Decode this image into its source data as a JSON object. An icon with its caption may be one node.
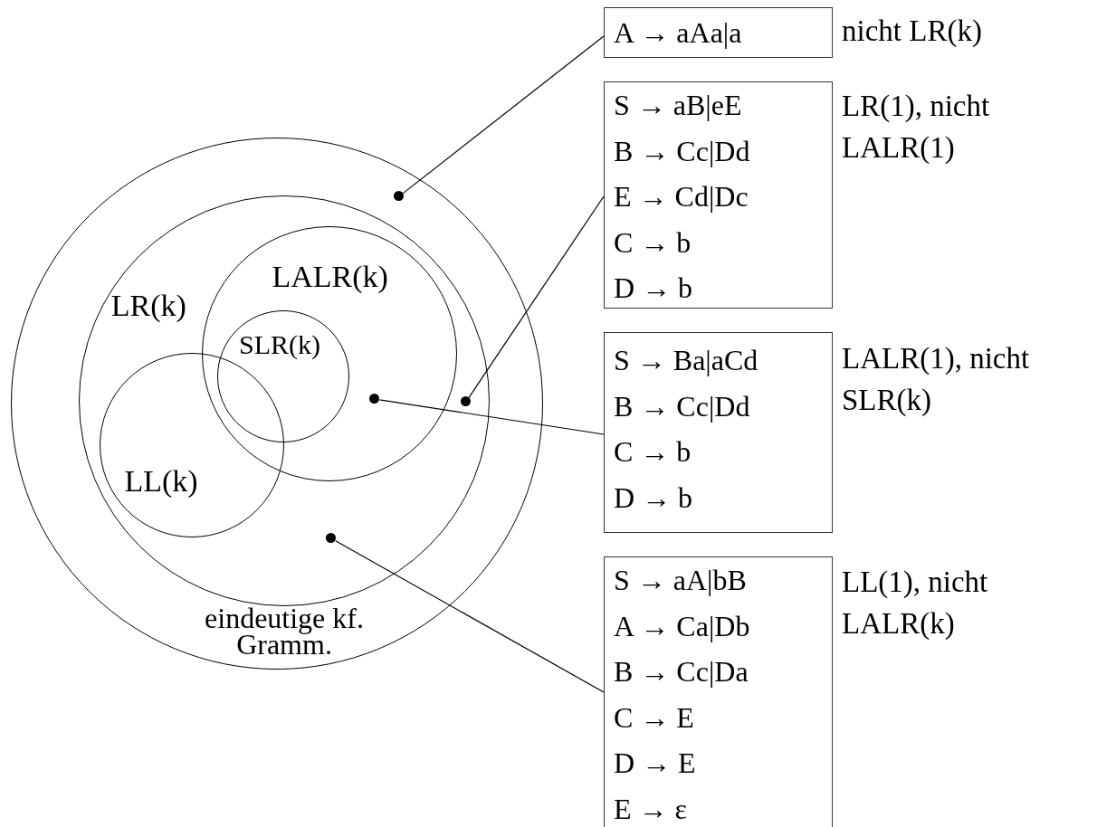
{
  "diagram": {
    "nodes": [
      {
        "text": [
          "eindeutige kf. Gramm."
        ]
      },
      {
        "text": [
          "LR(k)"
        ],
        "in": 0
      },
      {
        "text": [
          "LALR(k)"
        ],
        "in": 1
      },
      {
        "text": [
          "SLR(k)"
        ],
        "in": 2
      },
      {
        "text": [
          "LL(k)"
        ],
        "in": 1
      },
      {
        "text": [
          "A → aAa|a"
        ],
        "beside": [
          "nicht LR(k)"
        ]
      },
      {
        "text": [
          "S → aB|eE",
          "B → Cc|Dd",
          "E → Cd|Dc",
          "C → b",
          "D → b"
        ],
        "beside": [
          "LR(1), nicht LALR(1)"
        ]
      },
      {
        "text": [
          "S → Ba|aCd",
          "B → Cc|Dd",
          "C → b",
          "D → b"
        ],
        "beside": [
          "LALR(1), nicht SLR(k)"
        ]
      },
      {
        "text": [
          "S → aA|bB",
          "A → Ca|Db",
          "B → Cc|Da",
          "C → E",
          "D → E",
          "E → ε"
        ],
        "beside": [
          "LL(1), nicht LALR(k)"
        ]
      },
      {
        "text": [],
        "shape": "dot",
        "in": 0
      },
      {
        "text": [],
        "shape": "dot",
        "in": 1
      },
      {
        "text": [],
        "shape": "dot",
        "in": 2
      },
      {
        "text": [],
        "shape": "dot",
        "in": 1
      }
    ],
    "edges": [
      {
        "from": 5,
        "to": 9,
        "arrow": "none"
      },
      {
        "from": 6,
        "to": 10,
        "arrow": "none"
      },
      {
        "from": 7,
        "to": 11,
        "arrow": "none"
      },
      {
        "from": 8,
        "to": 12,
        "arrow": "none"
      }
    ]
  }
}
